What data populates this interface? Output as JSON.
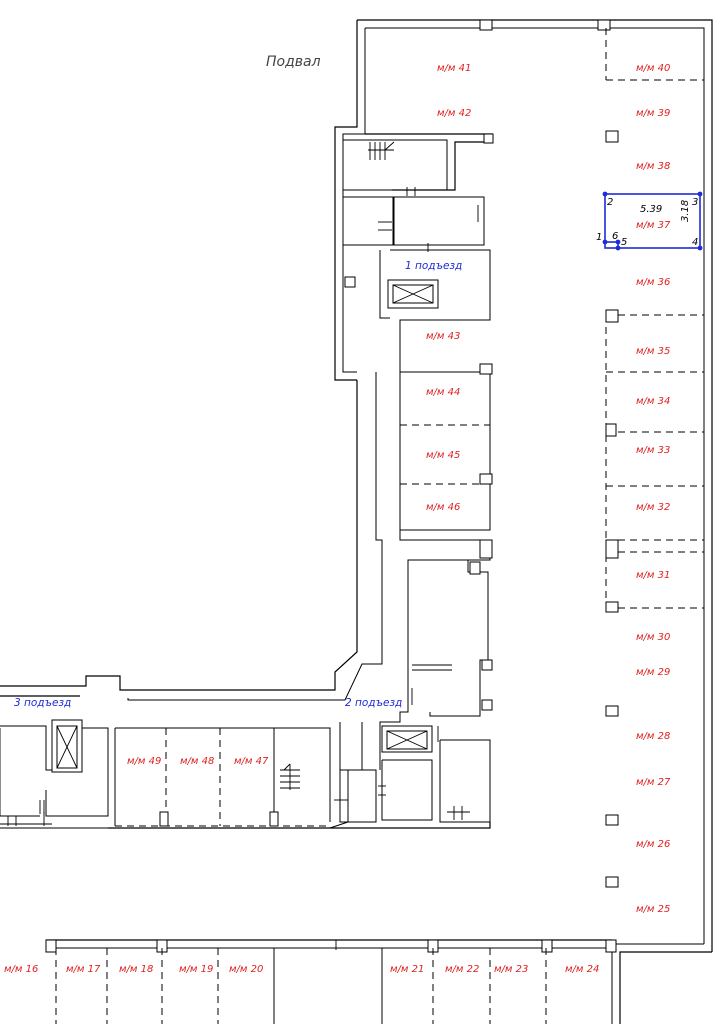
{
  "title": "Подвал",
  "entrances": {
    "e1": "1 подъезд",
    "e2": "2 подъезд",
    "e3": "3 подъезд"
  },
  "spaces": {
    "s16": "м/м 16",
    "s17": "м/м 17",
    "s18": "м/м 18",
    "s19": "м/м 19",
    "s20": "м/м 20",
    "s21": "м/м 21",
    "s22": "м/м 22",
    "s23": "м/м 23",
    "s24": "м/м 24",
    "s25": "м/м 25",
    "s26": "м/м 26",
    "s27": "м/м 27",
    "s28": "м/м 28",
    "s29": "м/м 29",
    "s30": "м/м 30",
    "s31": "м/м 31",
    "s32": "м/м 32",
    "s33": "м/м 33",
    "s34": "м/м 34",
    "s35": "м/м 35",
    "s36": "м/м 36",
    "s37": "м/м 37",
    "s38": "м/м 38",
    "s39": "м/м 39",
    "s40": "м/м 40",
    "s41": "м/м 41",
    "s42": "м/м 42",
    "s43": "м/м 43",
    "s44": "м/м 44",
    "s45": "м/м 45",
    "s46": "м/м 46",
    "s47": "м/м 47",
    "s48": "м/м 48",
    "s49": "м/м 49"
  },
  "selected_space": {
    "width": "5.39",
    "depth": "3.18",
    "vertices": [
      "1",
      "2",
      "3",
      "4",
      "5",
      "6"
    ]
  },
  "colors": {
    "space_label": "#e02020",
    "entrance_label": "#1e2bd8",
    "selection": "#1e2bd8"
  }
}
